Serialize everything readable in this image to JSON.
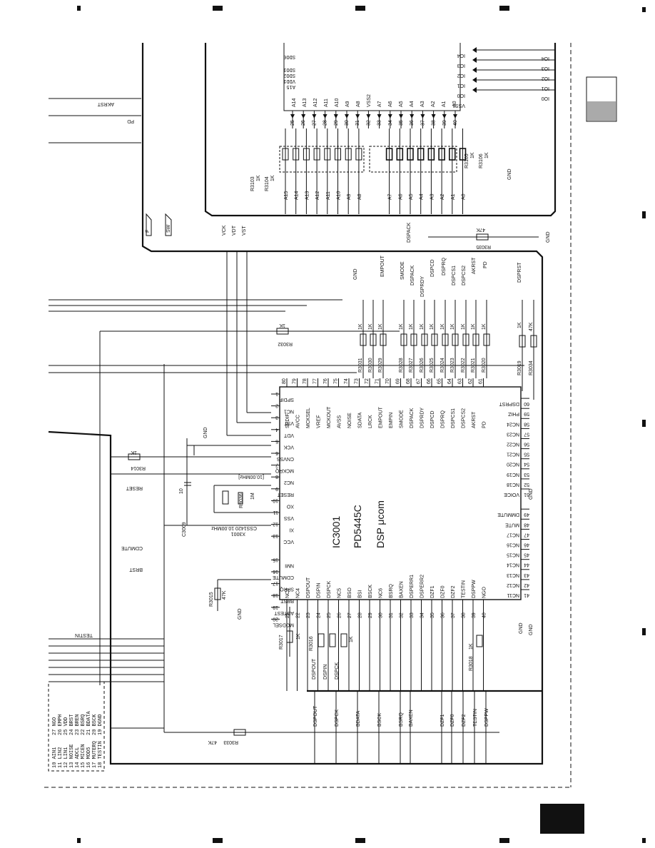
{
  "ic3001": {
    "ref": "IC3001",
    "part": "PD5445C",
    "function": "DSP μcom",
    "pins": [
      {
        "n": "1",
        "name": "SPDIF"
      },
      {
        "n": "2",
        "name": "NC1"
      },
      {
        "n": "3",
        "name": "VST"
      },
      {
        "n": "4",
        "name": "VDT"
      },
      {
        "n": "5",
        "name": "VCK"
      },
      {
        "n": "6",
        "name": "CNVSS"
      },
      {
        "n": "7",
        "name": "MCKRQ"
      },
      {
        "n": "8",
        "name": "NC2"
      },
      {
        "n": "9",
        "name": "RESET"
      },
      {
        "n": "10",
        "name": "XO"
      },
      {
        "n": "11",
        "name": "VSS"
      },
      {
        "n": "12",
        "name": "XI"
      },
      {
        "n": "13",
        "name": "VCC"
      },
      {
        "n": "15",
        "name": "NMI"
      },
      {
        "n": "16",
        "name": "CDMUTE"
      },
      {
        "n": "17",
        "name": "SPRQ"
      },
      {
        "n": "18",
        "name": "BRST"
      },
      {
        "n": "19",
        "name": "ADTEST"
      },
      {
        "n": "20",
        "name": "MODSEL"
      },
      {
        "n": "41",
        "name": "NC11"
      },
      {
        "n": "42",
        "name": "NC12"
      },
      {
        "n": "43",
        "name": "NC13"
      },
      {
        "n": "44",
        "name": "NC14"
      },
      {
        "n": "45",
        "name": "NC15"
      },
      {
        "n": "46",
        "name": "NC16"
      },
      {
        "n": "47",
        "name": "NC17"
      },
      {
        "n": "48",
        "name": "MUTE"
      },
      {
        "n": "49",
        "name": "DMMUTE"
      },
      {
        "n": "51",
        "name": "VOICE"
      },
      {
        "n": "52",
        "name": "NC18"
      },
      {
        "n": "53",
        "name": "NC19"
      },
      {
        "n": "54",
        "name": "NC20"
      },
      {
        "n": "55",
        "name": "NC21"
      },
      {
        "n": "56",
        "name": "NC22"
      },
      {
        "n": "57",
        "name": "NC23"
      },
      {
        "n": "58",
        "name": "NC24"
      },
      {
        "n": "59",
        "name": "PHIZ"
      },
      {
        "n": "60",
        "name": "DSPRST"
      }
    ],
    "top_pins": [
      {
        "n": "80",
        "name": "SPDIF"
      },
      {
        "n": "79",
        "name": "AVCC"
      },
      {
        "n": "78",
        "name": "MCKSEL"
      },
      {
        "n": "77",
        "name": "VREF"
      },
      {
        "n": "76",
        "name": "MCKOUT"
      },
      {
        "n": "75",
        "name": "AVSS"
      },
      {
        "n": "74",
        "name": "NOISE"
      },
      {
        "n": "73",
        "name": "SDATA"
      },
      {
        "n": "72",
        "name": "LRCK"
      },
      {
        "n": "71",
        "name": "EMPOUT"
      },
      {
        "n": "70",
        "name": "EMPIN"
      },
      {
        "n": "69",
        "name": "SMODE"
      },
      {
        "n": "68",
        "name": "DSPACK"
      },
      {
        "n": "67",
        "name": "DSPRDY"
      },
      {
        "n": "66",
        "name": "DSPCD"
      },
      {
        "n": "65",
        "name": "DSPRQ"
      },
      {
        "n": "64",
        "name": "DSPCS1"
      },
      {
        "n": "63",
        "name": "DSPCS2"
      },
      {
        "n": "62",
        "name": "AKRST"
      },
      {
        "n": "61",
        "name": "PD"
      }
    ],
    "bottom_pins": [
      {
        "n": "21",
        "name": "NC3"
      },
      {
        "n": "22",
        "name": "NC4"
      },
      {
        "n": "23",
        "name": "DSPOUT"
      },
      {
        "n": "24",
        "name": "DSPIN"
      },
      {
        "n": "25",
        "name": "DSPCK"
      },
      {
        "n": "26",
        "name": "NC5"
      },
      {
        "n": "27",
        "name": "BSO"
      },
      {
        "n": "28",
        "name": "BSI"
      },
      {
        "n": "29",
        "name": "BSCK"
      },
      {
        "n": "30",
        "name": "NC6"
      },
      {
        "n": "31",
        "name": "BSRQ"
      },
      {
        "n": "32",
        "name": "BAXEN"
      },
      {
        "n": "33",
        "name": "DSPERR1"
      },
      {
        "n": "34",
        "name": "DSPERR2"
      },
      {
        "n": "35",
        "name": "DZF1"
      },
      {
        "n": "36",
        "name": "DZF0"
      },
      {
        "n": "37",
        "name": "DZF2"
      },
      {
        "n": "38",
        "name": "TESTIN"
      },
      {
        "n": "39",
        "name": "DSPPW"
      },
      {
        "n": "40",
        "name": "NGO"
      }
    ]
  },
  "crystal": {
    "ref": "X3001",
    "value": "CSS1420 10.00MHz",
    "freq_note": "[10.00MHz]"
  },
  "resistors": {
    "r3014": "R3014",
    "r3014v": "1K",
    "r3015": "R3015",
    "r3015v": "47K",
    "r3016": "R3016",
    "r3016v": "1K",
    "r3017": "R3017",
    "r3017v": "1K",
    "r3018": "R3018",
    "r3018v": "1K",
    "r3019": "R3019",
    "r3019v": "1K",
    "r3020": "R3020",
    "r3021": "R3021",
    "r3022": "R3022",
    "r3023": "R3023",
    "r3024": "R3024",
    "r3025": "R3025",
    "r3026": "R3026",
    "r3027": "R3027",
    "r3028": "R3028",
    "r3029": "R3029",
    "r3030": "R3030",
    "r3031": "R3031",
    "r3032": "R3032",
    "r3032v": "1K",
    "r3033": "R3033",
    "r3033v": "47K",
    "r3034": "R3034",
    "r3034v": "47K",
    "r3035": "R3035",
    "r3035v": "47K",
    "r3036": "R3036",
    "r3036v": "1M",
    "r3103": "R3103",
    "r3104": "R3104",
    "r3105": "R3105",
    "r3106": "R3106",
    "onek": "1K"
  },
  "caps": {
    "c3009": "C3009",
    "c3009v": "10"
  },
  "gnd": "GND",
  "nets_left": {
    "reset": "RESET",
    "cdmute": "CDMUTE",
    "brst": "BRST",
    "testin": "TESTIN",
    "akrst": "AKRST",
    "pd": "PD"
  },
  "nets_top": {
    "vck": "VCK",
    "vdt": "VDT",
    "vst": "VST",
    "empout": "EMPOUT",
    "smode": "SMODE",
    "dspack": "DSPACK",
    "dspack2": "DSPACK",
    "dsprdy": "DSPRDY",
    "dspcd": "DSPCD",
    "dsprq": "DSPRQ",
    "dspcs1": "DSPCS1",
    "dspcs2": "DSPCS2",
    "akrst": "AKRST",
    "pd": "PD",
    "dsprst": "DSPRST"
  },
  "nets_bottom": [
    "DSPOUT",
    "DSPCK",
    "BDATA",
    "BSCK",
    "BSRQ",
    "BAXEN",
    "DZF1",
    "DZF0",
    "DZF2",
    "TESTIN",
    "DSPPW"
  ],
  "nets_bottom_b": [
    "DSPOUT",
    "DSPIN",
    "DSPCK"
  ],
  "addr_labels": [
    "A15",
    "A14",
    "A13",
    "A12",
    "A11",
    "A10",
    "A9",
    "A8",
    "A7",
    "A6",
    "A5",
    "A4",
    "A3",
    "A2",
    "A1",
    "A0"
  ],
  "addr_pins": [
    "25",
    "26",
    "27",
    "28",
    "29",
    "30",
    "31",
    "32",
    "33",
    "34",
    "35",
    "36",
    "37",
    "38",
    "39",
    "40"
  ],
  "mem_labels": [
    "SDO0",
    "SDO1",
    "SDO2",
    "VDD1",
    "A15",
    "A14",
    "A13",
    "A12",
    "A11",
    "A10",
    "A9",
    "A8",
    "VSS2",
    "A7",
    "A6",
    "A5",
    "A4",
    "A3",
    "A2",
    "A1",
    "A0"
  ],
  "io_labels": [
    "IO4",
    "IO3",
    "IO2",
    "IO1",
    "IO0"
  ],
  "io_inner": [
    "IO4",
    "IO3",
    "IO2",
    "IO1",
    "IO0",
    "VSS1"
  ],
  "legend": [
    "10 AIN1",
    "11 LIN2",
    "12 LIN1",
    "13 NOISE",
    "14 ADCL",
    "15 MICEN",
    "16 MOD5",
    "17 MUTERQ",
    "18 TESTIN",
    "27 NGO",
    "26 EMPH",
    "25 VDD",
    "24 BRST",
    "23 BREN",
    "22 BSRQ",
    "21 BDATA",
    "20 BSCK",
    "19 DGND"
  ],
  "frame_labels": {
    "sw": "SW",
    "f": "F"
  }
}
